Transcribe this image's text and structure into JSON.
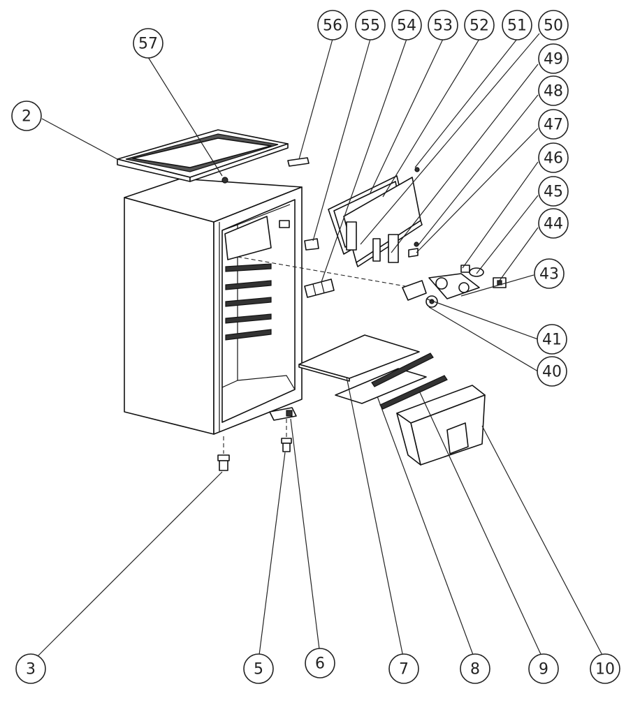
{
  "diagram": {
    "callouts": [
      {
        "id": "57",
        "label": "57"
      },
      {
        "id": "2",
        "label": "2"
      },
      {
        "id": "56",
        "label": "56"
      },
      {
        "id": "55",
        "label": "55"
      },
      {
        "id": "54",
        "label": "54"
      },
      {
        "id": "53",
        "label": "53"
      },
      {
        "id": "52",
        "label": "52"
      },
      {
        "id": "51",
        "label": "51"
      },
      {
        "id": "50",
        "label": "50"
      },
      {
        "id": "49",
        "label": "49"
      },
      {
        "id": "48",
        "label": "48"
      },
      {
        "id": "47",
        "label": "47"
      },
      {
        "id": "46",
        "label": "46"
      },
      {
        "id": "45",
        "label": "45"
      },
      {
        "id": "44",
        "label": "44"
      },
      {
        "id": "43",
        "label": "43"
      },
      {
        "id": "41",
        "label": "41"
      },
      {
        "id": "40",
        "label": "40"
      },
      {
        "id": "3",
        "label": "3"
      },
      {
        "id": "5",
        "label": "5"
      },
      {
        "id": "6",
        "label": "6"
      },
      {
        "id": "7",
        "label": "7"
      },
      {
        "id": "8",
        "label": "8"
      },
      {
        "id": "9",
        "label": "9"
      },
      {
        "id": "10",
        "label": "10"
      }
    ]
  }
}
